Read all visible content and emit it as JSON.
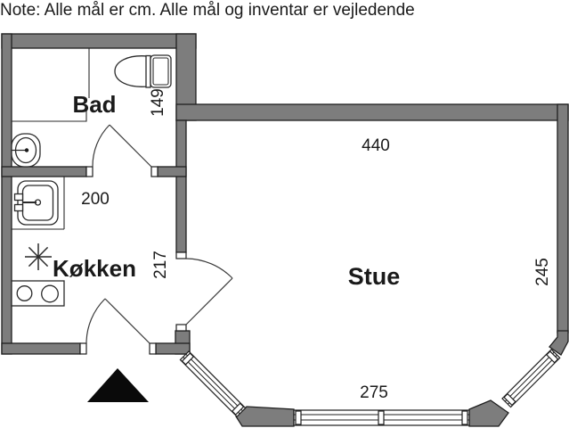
{
  "note": "Note: Alle mål er cm. Alle mål og inventar er vejledende",
  "colors": {
    "wall": "#7d7d7d",
    "line": "#1f1f1f",
    "text": "#1a1a1a",
    "background": "#ffffff",
    "entrance_marker": "#0a0a0a"
  },
  "rooms": {
    "bathroom": {
      "label": "Bad"
    },
    "kitchen": {
      "label": "Køkken"
    },
    "living_room": {
      "label": "Stue"
    }
  },
  "dimensions_cm": {
    "bathroom_toilet_wall": "149",
    "hall_width": "200",
    "kitchen_depth": "217",
    "living_room_width": "440",
    "living_room_depth": "245",
    "bay_window_width": "275"
  },
  "fixtures": [
    "shower",
    "toilet",
    "wash-basin",
    "kitchen-sink",
    "stove-burners",
    "lamp-symbol",
    "bay-window",
    "entrance-marker"
  ]
}
